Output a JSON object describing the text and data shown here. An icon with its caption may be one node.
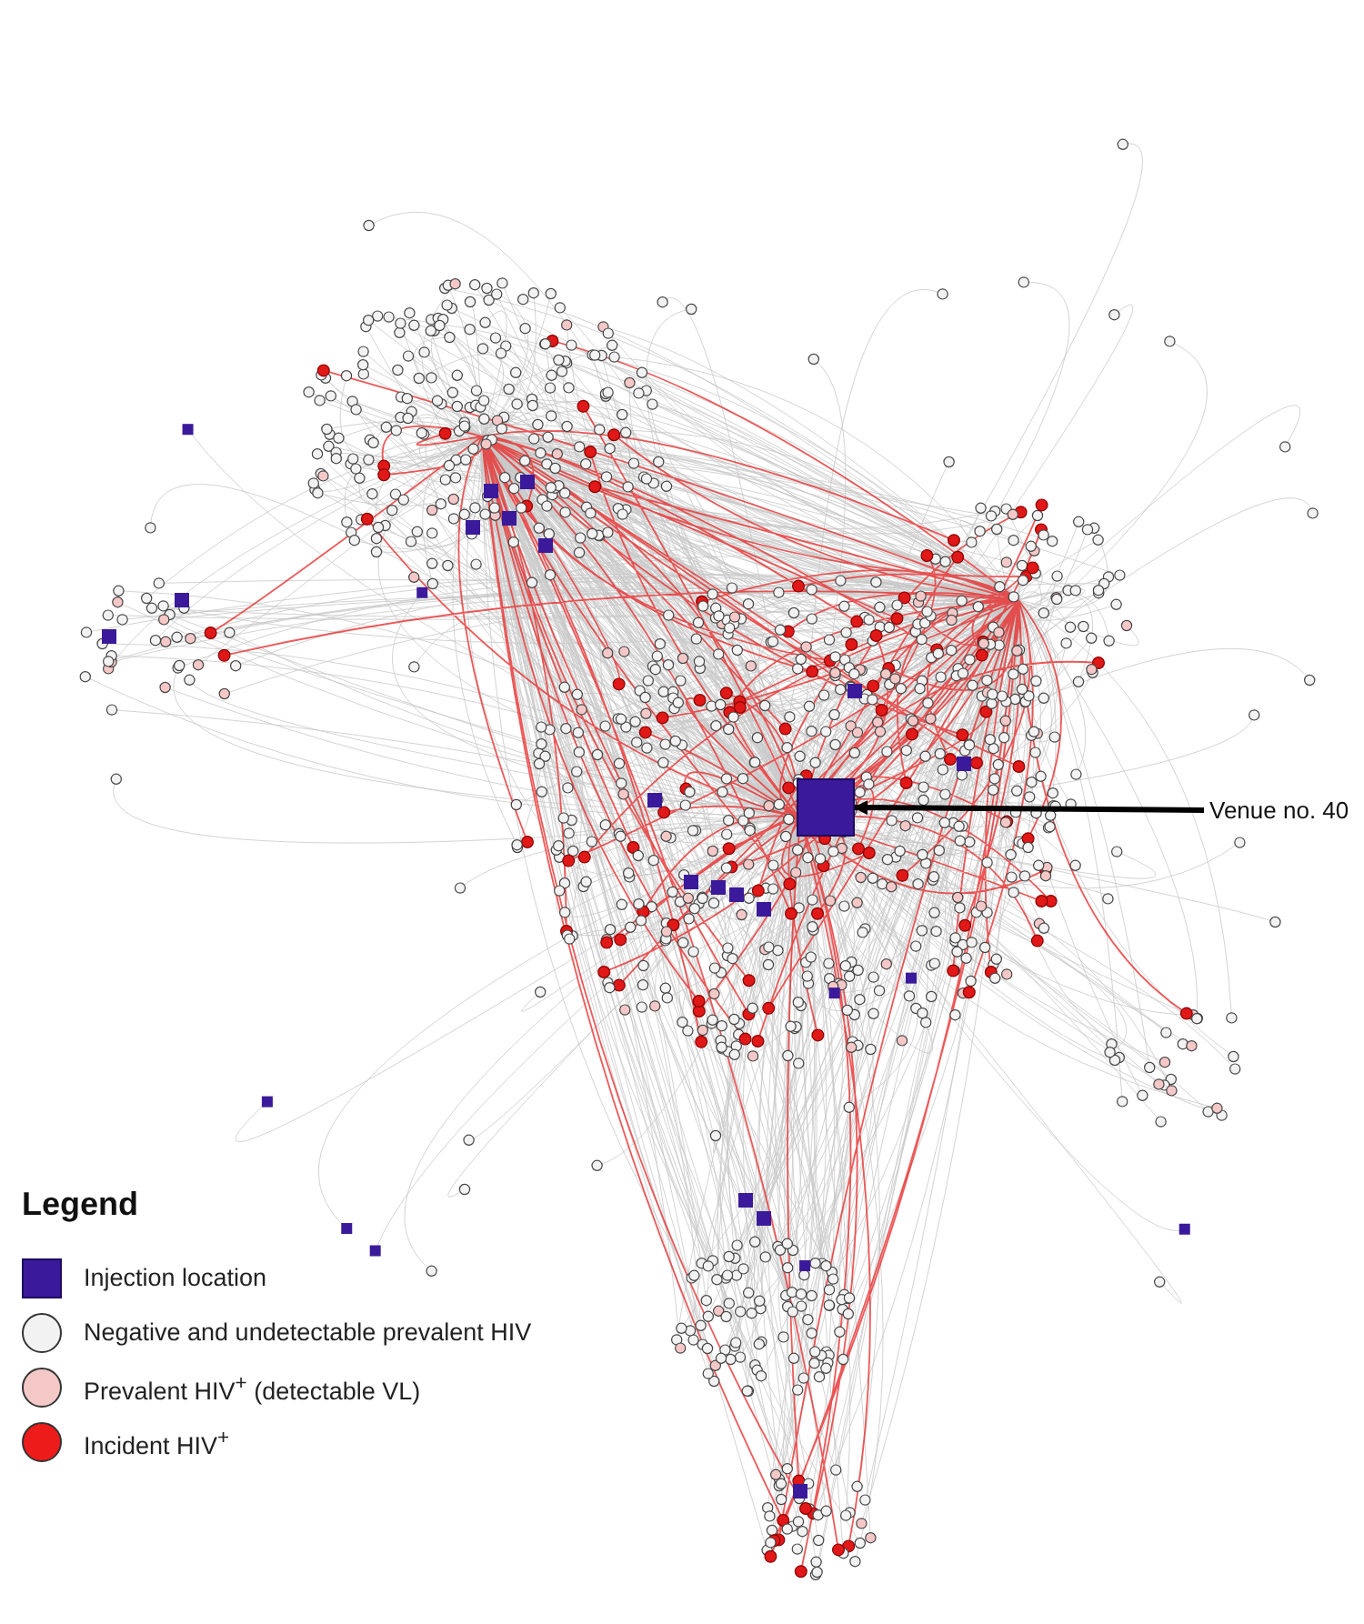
{
  "diagram": {
    "nodes": [
      {
        "text": [],
        "shape": "box"
      },
      {
        "text": [
          "Venue no. 40"
        ]
      }
    ],
    "edges": [
      {
        "from": 1,
        "to": 0,
        "arrow": "to"
      }
    ],
    "labels": [
      "Legend"
    ],
    "legend": [
      {
        "text": "Injection location",
        "color": "#3a1a9a"
      },
      {
        "text": "Negative and undetectable prevalent HIV",
        "color": "#f2f2f2"
      },
      {
        "text": "Prevalent HIV$^{+}$ (detectable VL)",
        "color": "#f5c8c8"
      },
      {
        "text": "Incident HIV$^{+}$",
        "color": "#ee1b1b"
      }
    ]
  }
}
